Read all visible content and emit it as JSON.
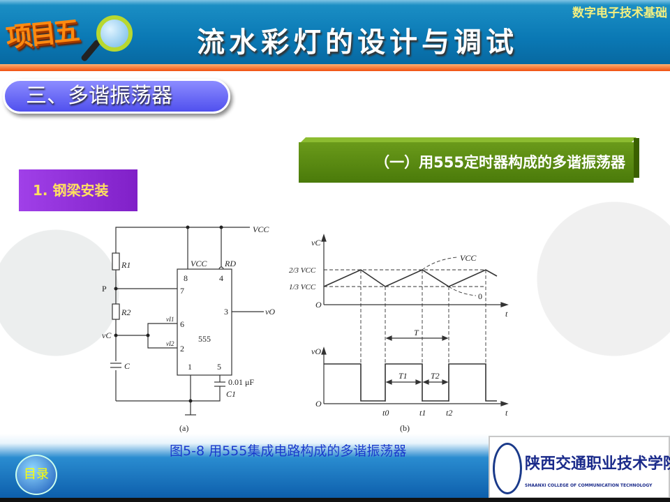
{
  "header": {
    "project": "项目五",
    "title": "流水彩灯的设计与调试",
    "course": "数字电子技术基础"
  },
  "section": {
    "title": "三、多谐振荡器"
  },
  "banner": {
    "title": "（一）用555定时器构成的多谐振荡器"
  },
  "step": {
    "label": "1. 钢梁安装"
  },
  "circuit": {
    "vcc": "VCC",
    "r1": "R1",
    "r2": "R2",
    "p": "P",
    "vc": "vC",
    "c": "C",
    "pin8": "8",
    "pin4": "4",
    "pin7": "7",
    "pin6": "6",
    "pin2": "2",
    "pin3": "3",
    "pin1": "1",
    "pin5": "5",
    "chip": "555",
    "vcc_pin": "VCC",
    "rd": "RD",
    "vi1": "vI1",
    "vi2": "vI2",
    "vo": "vO",
    "c1_value": "0.01 μF",
    "c1": "C1",
    "caption": "(a)"
  },
  "waveform": {
    "vc_axis": "vC",
    "vo_axis": "vO",
    "two_thirds": "2/3 VCC",
    "one_third": "1/3 VCC",
    "origin": "O",
    "t": "t",
    "asym_vcc": "VCC",
    "asym_zero": "0",
    "period": "T",
    "t1_dur": "T1",
    "t2_dur": "T2",
    "t0": "t0",
    "t1": "t1",
    "t2": "t2",
    "caption": "(b)"
  },
  "footer": {
    "caption": "图5-8 用555集成电路构成的多谐振荡器",
    "menu": "目录",
    "school_cn": "陕西交通职业技术学院",
    "school_en": "SHAANXI COLLEGE OF COMMUNICATION TECHNOLOGY"
  }
}
